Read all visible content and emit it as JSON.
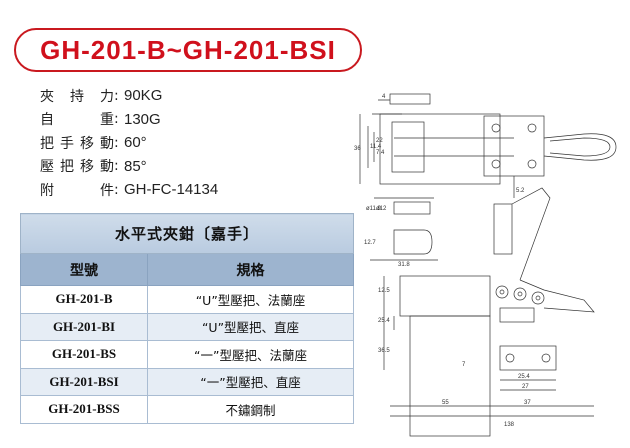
{
  "title": "GH-201-B~GH-201-BSI",
  "specs": [
    {
      "label": "夾持力",
      "value": "90KG"
    },
    {
      "label": "自重",
      "value": "130G"
    },
    {
      "label": "把手移動",
      "value": "60°"
    },
    {
      "label": "壓把移動",
      "value": "85°"
    },
    {
      "label": "附件",
      "value": "GH-FC-14134"
    }
  ],
  "table": {
    "caption": "水平式夾鉗〔嘉手〕",
    "headers": [
      "型號",
      "規格"
    ],
    "rows": [
      {
        "model": "GH-201-B",
        "spec": "“U”型壓把、法蘭座"
      },
      {
        "model": "GH-201-BI",
        "spec": "“U”型壓把、直座"
      },
      {
        "model": "GH-201-BS",
        "spec": "“一”型壓把、法蘭座"
      },
      {
        "model": "GH-201-BSI",
        "spec": "“一”型壓把、直座"
      },
      {
        "model": "GH-201-BSS",
        "spec": "不鏽鋼制"
      }
    ]
  },
  "drawing": {
    "dims": [
      "4",
      "22",
      "11.4",
      "7.4",
      "36",
      "5.2",
      "ø11.9",
      "ø12",
      "12.7",
      "31.8",
      "12.5",
      "25.4",
      "36.5",
      "7",
      "25.4",
      "27",
      "55",
      "37",
      "138"
    ]
  },
  "colors": {
    "title_red": "#d0101c",
    "header_blue": "#9db4cf",
    "row_alt": "#e6edf5"
  }
}
